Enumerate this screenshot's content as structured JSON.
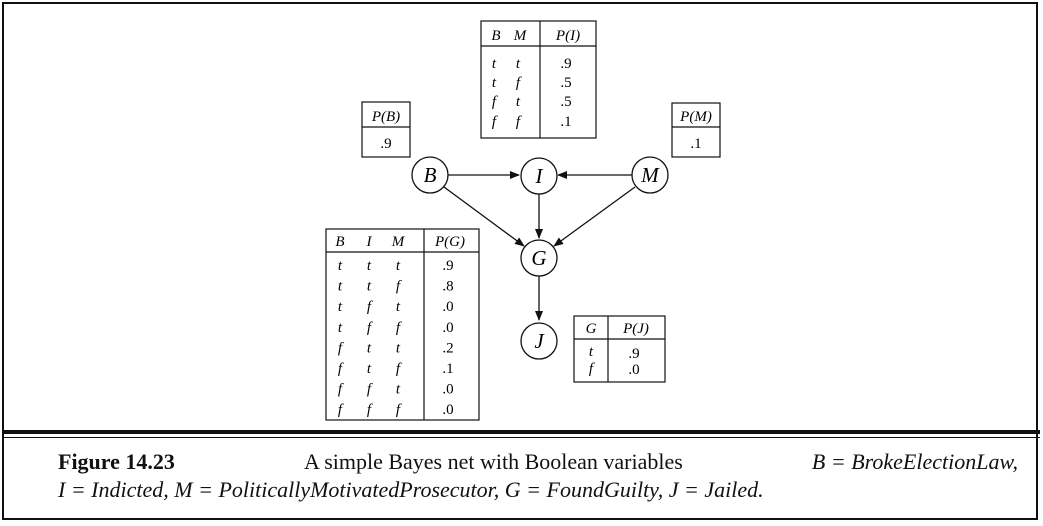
{
  "nodes": {
    "B": {
      "label": "B"
    },
    "I": {
      "label": "I"
    },
    "M": {
      "label": "M"
    },
    "G": {
      "label": "G"
    },
    "J": {
      "label": "J"
    }
  },
  "tables": {
    "pb": {
      "header": "P(B)",
      "value": ".9"
    },
    "pm": {
      "header": "P(M)",
      "value": ".1"
    },
    "pi": {
      "headers": [
        "B",
        "M",
        "P(I)"
      ],
      "rows": [
        [
          "t",
          "t",
          ".9"
        ],
        [
          "t",
          "f",
          ".5"
        ],
        [
          "f",
          "t",
          ".5"
        ],
        [
          "f",
          "f",
          ".1"
        ]
      ]
    },
    "pg": {
      "headers": [
        "B",
        "I",
        "M",
        "P(G)"
      ],
      "rows": [
        [
          "t",
          "t",
          "t",
          ".9"
        ],
        [
          "t",
          "t",
          "f",
          ".8"
        ],
        [
          "t",
          "f",
          "t",
          ".0"
        ],
        [
          "t",
          "f",
          "f",
          ".0"
        ],
        [
          "f",
          "t",
          "t",
          ".2"
        ],
        [
          "f",
          "t",
          "f",
          ".1"
        ],
        [
          "f",
          "f",
          "t",
          ".0"
        ],
        [
          "f",
          "f",
          "f",
          ".0"
        ]
      ]
    },
    "pj": {
      "headers": [
        "G",
        "P(J)"
      ],
      "rows": [
        [
          "t",
          ".9"
        ],
        [
          "f",
          ".0"
        ]
      ]
    }
  },
  "caption": {
    "figure_label": "Figure 14.23",
    "text_part1": "A simple Bayes net with Boolean variables",
    "eq1": "B = BrokeElectionLaw,",
    "eq2": "I = Indicted,",
    "eq3": "M = PoliticallyMotivatedProsecutor,",
    "eq4": "G = FoundGuilty,",
    "eq5": "J = Jailed."
  }
}
